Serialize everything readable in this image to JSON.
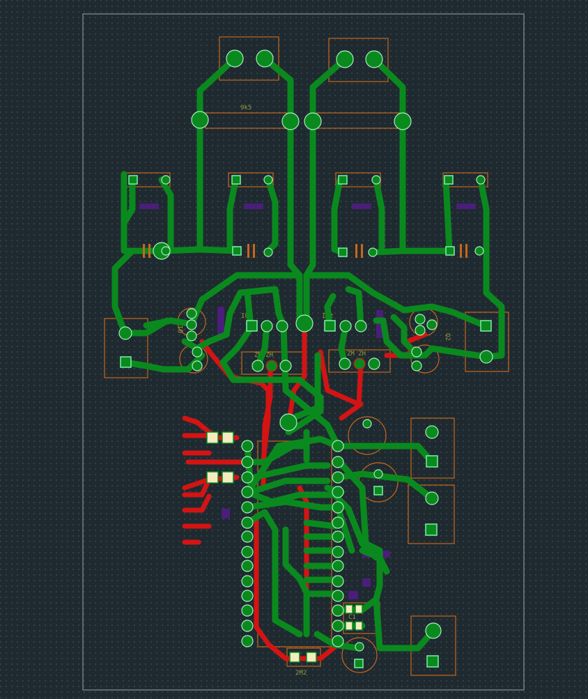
{
  "colors": {
    "background": "#1f2a30",
    "grid_dot": "#4a5a64",
    "board_outline": "#9aa6ad",
    "top_copper": "#0a8a1e",
    "bottom_copper": "#d41414",
    "silkscreen": "#c8671a",
    "silk_text": "#9a9a3a",
    "pad_square": "#3ec85a",
    "pad_highlight": "#7cf0a8",
    "smd_pad": "#f4ecc0",
    "purple_layer": "#4a1e7a"
  },
  "labels": {
    "r_top": "9k5",
    "q1": "Q1",
    "q2": "Q2",
    "ic_left": "IC1",
    "ic_right": "IC2",
    "cap_bottom": "2M2",
    "reg_mid_left": "ZM ZH",
    "reg_mid_right": "ZM ZH",
    "small_cap": "C1"
  }
}
